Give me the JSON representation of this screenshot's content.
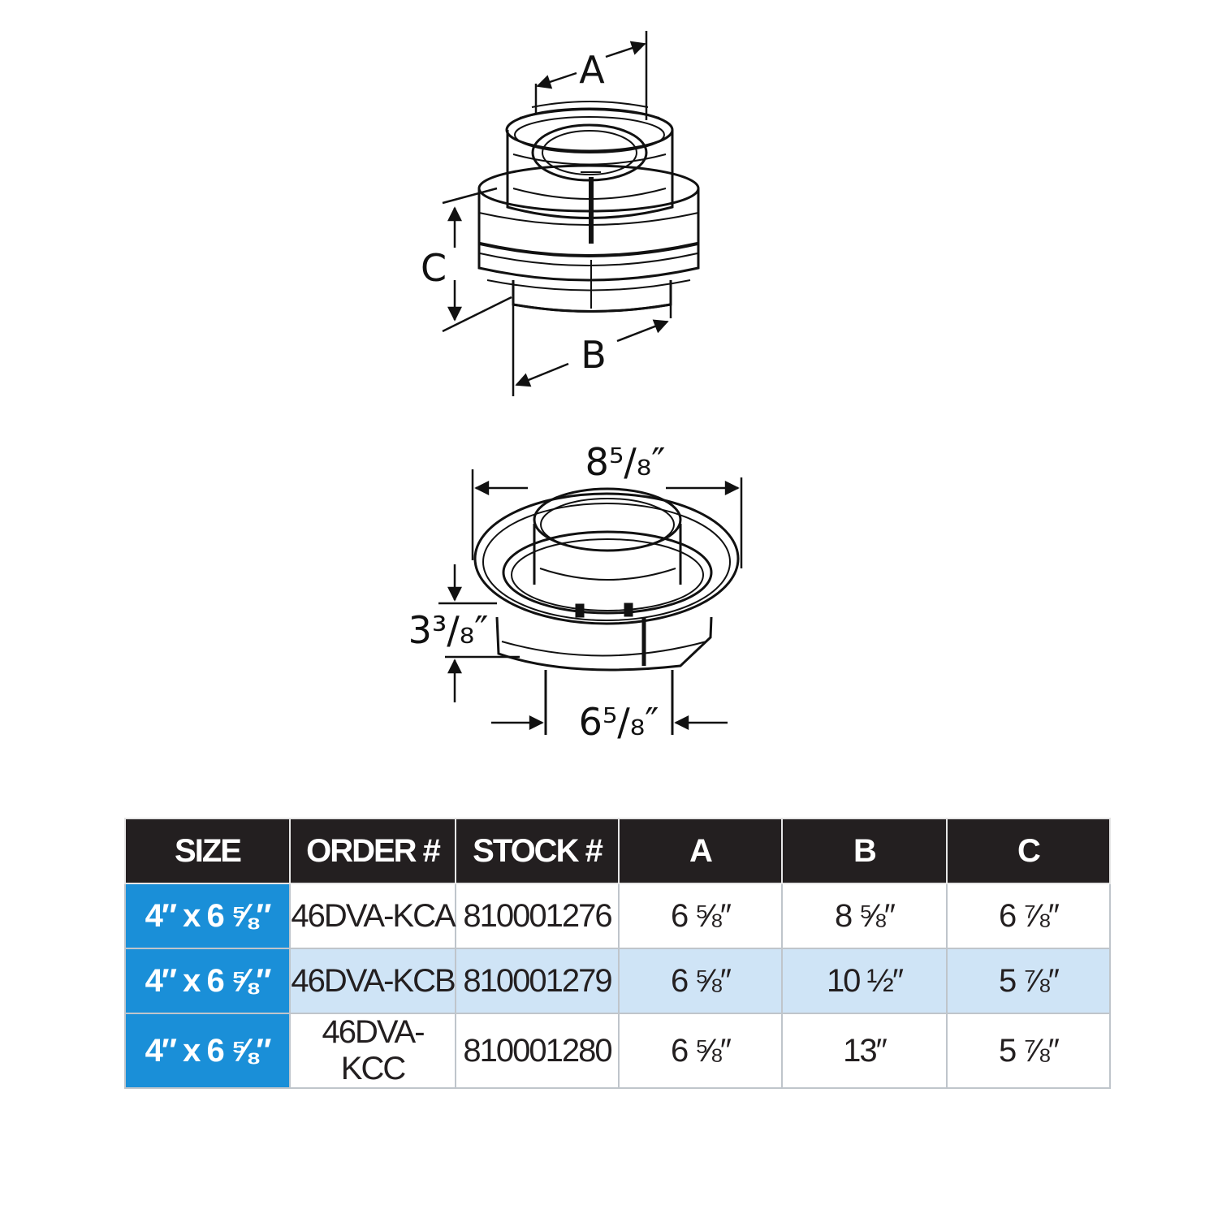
{
  "diagram": {
    "top_labels": {
      "a": "A",
      "b": "B",
      "c": "C"
    },
    "bottom_labels": {
      "overall_width": "8⁵/₈″",
      "height": "3³/₈″",
      "base_width": "6⁵/₈″"
    }
  },
  "table": {
    "headers": [
      "SIZE",
      "ORDER #",
      "STOCK #",
      "A",
      "B",
      "C"
    ],
    "rows": [
      {
        "size": "4″ x 6 ⅝″",
        "order": "46DVA-KCA",
        "stock": "810001276",
        "a": "6 ⅝″",
        "b": "8 ⅝″",
        "c": "6 ⅞″"
      },
      {
        "size": "4″ x 6 ⅝″",
        "order": "46DVA-KCB",
        "stock": "810001279",
        "a": "6 ⅝″",
        "b": "10 ½″",
        "c": "5 ⅞″"
      },
      {
        "size": "4″ x 6 ⅝″",
        "order": "46DVA-KCC",
        "stock": "810001280",
        "a": "6 ⅝″",
        "b": "13″",
        "c": "5 ⅞″"
      }
    ]
  },
  "colors": {
    "header_bg": "#231f20",
    "size_cell_bg": "#1a8fd8",
    "shaded_row_bg": "#cfe4f6"
  }
}
